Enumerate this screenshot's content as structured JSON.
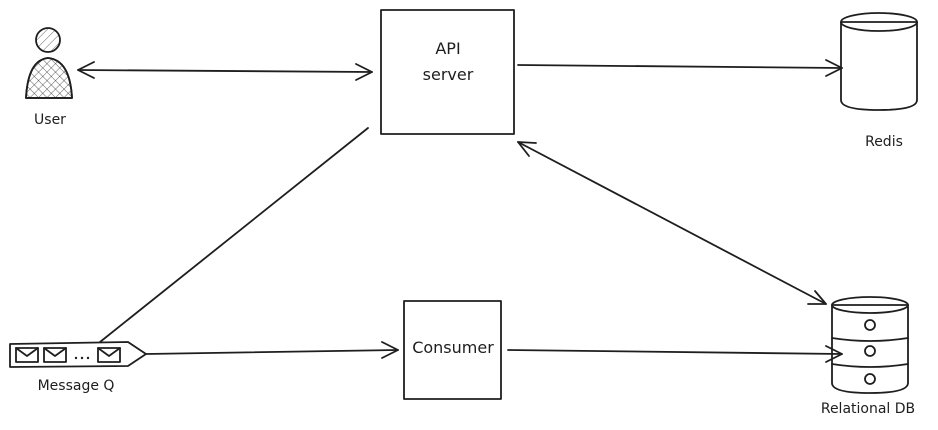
{
  "nodes": {
    "user": {
      "label": "User",
      "icon": "user-icon"
    },
    "api_server": {
      "label_line1": "API",
      "label_line2": "server",
      "fill": "#eeeeee"
    },
    "redis": {
      "label": "Redis",
      "icon": "database-cylinder-icon",
      "fill": "#ced4da"
    },
    "message_q": {
      "label": "Message Q",
      "icon": "message-queue-icon",
      "fill": "#ced4da"
    },
    "consumer": {
      "label": "Consumer",
      "fill": "#eeeeee"
    },
    "relational_db": {
      "label": "Relational DB",
      "icon": "database-stack-icon",
      "fill": "#ced4da"
    }
  },
  "colors": {
    "stroke": "#1e1e1e",
    "box_fill": "#eeeeee",
    "db_fill": "#ced4da"
  }
}
